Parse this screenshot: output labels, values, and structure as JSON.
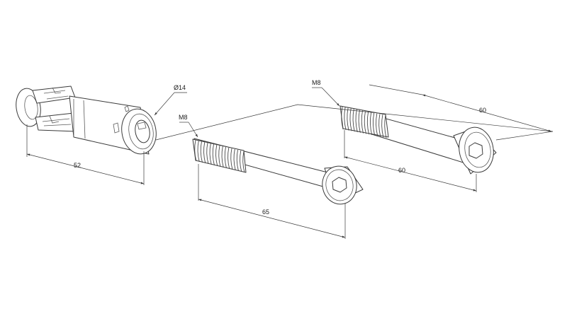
{
  "drawing": {
    "anchor": {
      "diameter_label": "Ø14",
      "length_label": "52"
    },
    "middle_screw": {
      "thread_label": "M8",
      "length_label": "65"
    },
    "right_screw": {
      "thread_label": "M8",
      "length_label_top": "60",
      "length_label_bottom": "60"
    }
  }
}
